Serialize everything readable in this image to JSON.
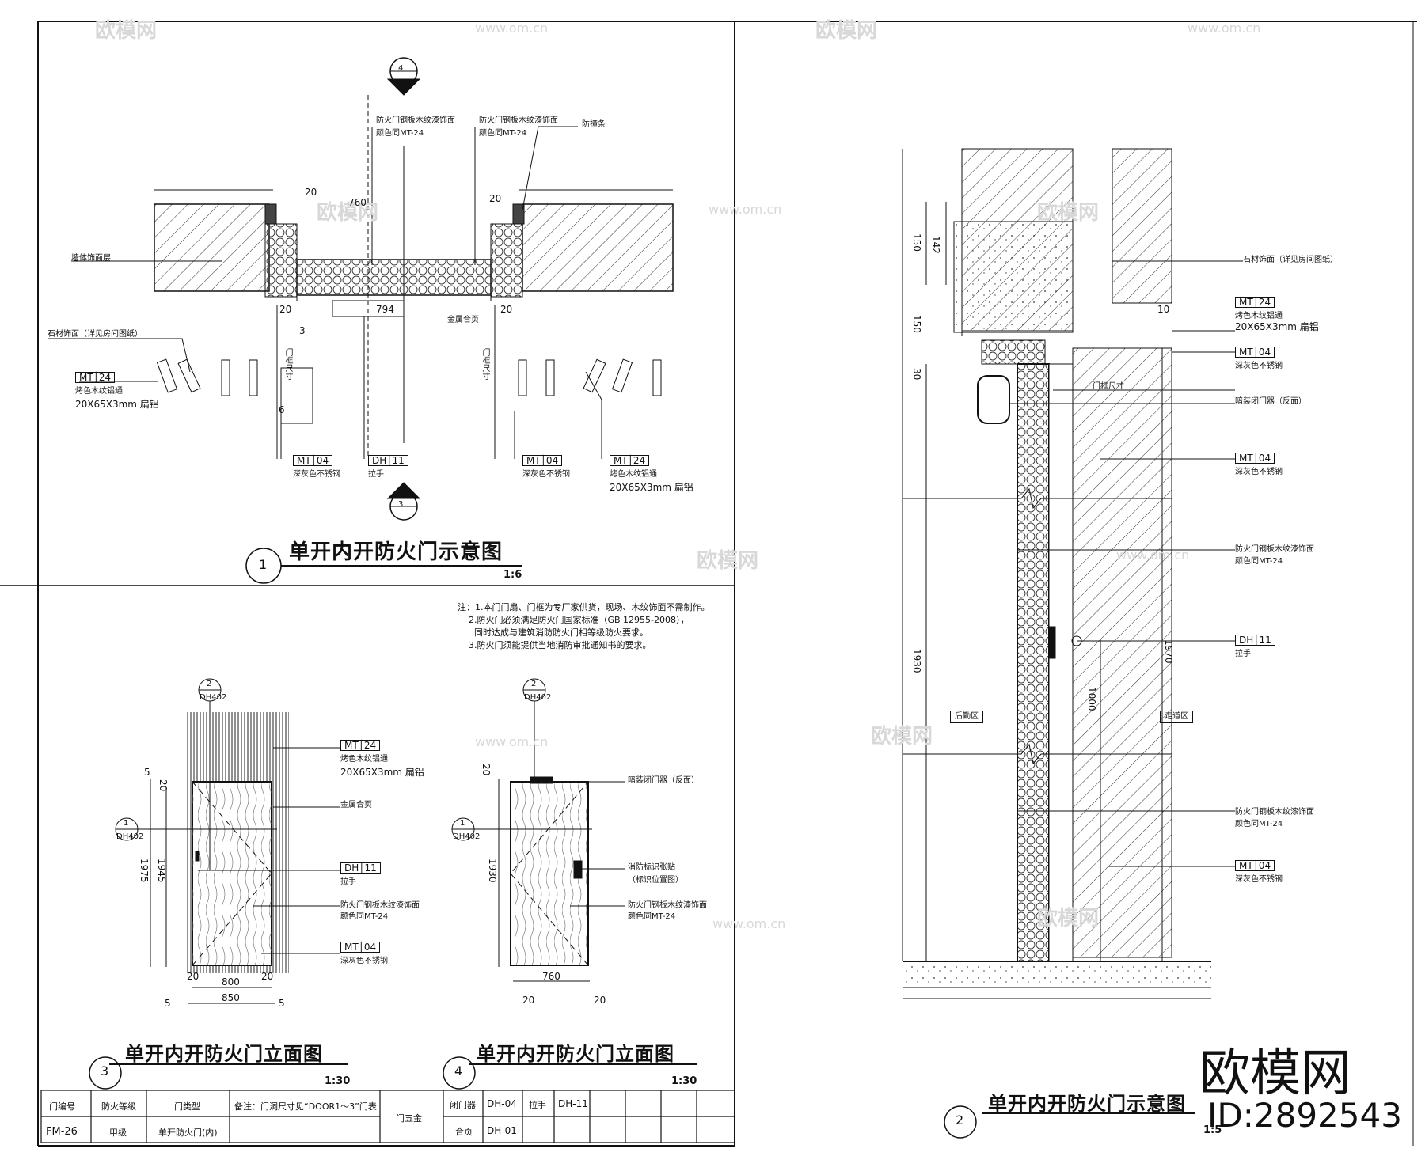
{
  "watermark": {
    "logo": "欧模网",
    "url": "www.om.cn"
  },
  "brand": {
    "name": "欧模网",
    "id": "ID:2892543"
  },
  "view1": {
    "num": "1",
    "title": "单开内开防火门示意图",
    "scale": "1:6",
    "marker_top": "4",
    "marker_bottom": "3",
    "dims": {
      "d20a": "20",
      "d760": "760",
      "d20b": "20",
      "d794": "794",
      "d20c": "20",
      "d20d": "20",
      "d3": "3",
      "d6": "6"
    },
    "labels": {
      "fire_top1": "防火门钢板木纹漆饰面",
      "fire_top1b": "颜色同MT-24",
      "fire_top2": "防火门钢板木纹漆饰面",
      "fire_top2b": "颜色同MT-24",
      "seal": "防撞条",
      "wall": "墙体饰面层",
      "stone": "石材饰面（详见房间图纸）",
      "hinge": "金属合页",
      "left_size": "门框尺寸",
      "right_size": "门框尺寸",
      "mt24a": "MT",
      "mt24a_n": "24",
      "mt24a_d": "烤色木纹铝通",
      "mt24a_s": "20X65X3mm 扁铝",
      "mt04a": "MT",
      "mt04a_n": "04",
      "mt04a_d": "深灰色不锈钢",
      "dh11": "DH",
      "dh11_n": "11",
      "dh11_d": "拉手",
      "mt04b": "MT",
      "mt04b_n": "04",
      "mt04b_d": "深灰色不锈钢",
      "mt24b": "MT",
      "mt24b_n": "24",
      "mt24b_d": "烤色木纹铝通",
      "mt24b_s": "20X65X3mm 扁铝"
    }
  },
  "notes": {
    "text": "注：1.本门门扇、门框为专厂家供货，现场、木纹饰面不需制作。\n    2.防火门必须满足防火门国家标准（GB 12955-2008），\n      同时达成与建筑消防防火门相等级防火要求。\n    3.防火门须能提供当地消防审批通知书的要求。"
  },
  "view3": {
    "num": "3",
    "title": "单开内开防火门立面图",
    "scale": "1:30",
    "sec_top": "2",
    "sec_top_ref": "DH402",
    "sec_left": "1",
    "sec_left_ref": "DH402",
    "dims": {
      "d5t": "5",
      "d20t": "20",
      "d1975": "1975",
      "d1945": "1945",
      "d20l": "20",
      "d20r": "20",
      "d800": "800",
      "d850": "850",
      "d5l": "5",
      "d5r": "5"
    },
    "labels": {
      "mt24": "MT",
      "mt24_n": "24",
      "mt24_d": "烤色木纹铝通",
      "mt24_s": "20X65X3mm 扁铝",
      "hinge": "金属合页",
      "dh11": "DH",
      "dh11_n": "11",
      "dh11_d": "拉手",
      "fire": "防火门钢板木纹漆饰面",
      "fire_b": "颜色同MT-24",
      "mt04": "MT",
      "mt04_n": "04",
      "mt04_d": "深灰色不锈钢"
    }
  },
  "view4": {
    "num": "4",
    "title": "单开内开防火门立面图",
    "scale": "1:30",
    "sec_top": "2",
    "sec_top_ref": "DH402",
    "sec_left": "1",
    "sec_left_ref": "DH402",
    "dims": {
      "d20t": "20",
      "d1930": "1930",
      "d760": "760",
      "d20l": "20",
      "d20r": "20"
    },
    "labels": {
      "closer": "暗装闭门器（反面）",
      "sign": "消防标识张贴",
      "sign_b": "（标识位置图）",
      "fire": "防火门钢板木纹漆饰面",
      "fire_b": "颜色同MT-24"
    }
  },
  "view2": {
    "num": "2",
    "title": "单开内开防火门示意图",
    "scale": "1:5",
    "dims": {
      "d150a": "150",
      "d142": "142",
      "d150b": "150",
      "d30": "30",
      "d10": "10",
      "d1930": "1930",
      "d1970": "1970",
      "d1000": "1000"
    },
    "labels": {
      "stone": "石材饰面（详见房间图纸）",
      "mt24": "MT",
      "mt24_n": "24",
      "mt24_d": "烤色木纹铝通",
      "mt24_s": "20X65X3mm 扁铝",
      "mt04a": "MT",
      "mt04a_n": "04",
      "mt04a_d": "深灰色不锈钢",
      "frame": "门框尺寸",
      "closer": "暗装闭门器（反面）",
      "mt04b": "MT",
      "mt04b_n": "04",
      "mt04b_d": "深灰色不锈钢",
      "fire1": "防火门钢板木纹漆饰面",
      "fire1b": "颜色同MT-24",
      "dh11": "DH",
      "dh11_n": "11",
      "dh11_d": "拉手",
      "left_zone": "后勤区",
      "right_zone": "走道区",
      "fire2": "防火门钢板木纹漆饰面",
      "fire2b": "颜色同MT-24",
      "mt04c": "MT",
      "mt04c_n": "04",
      "mt04c_d": "深灰色不锈钢"
    }
  },
  "table": {
    "h_no": "门编号",
    "h_fire": "防火等级",
    "h_type": "门类型",
    "h_note": "备注：门洞尺寸见“DOOR1～3”门表",
    "h_hw": "门五金",
    "r_no": "FM-26",
    "r_fire": "甲级",
    "r_type": "单开防火门(内)",
    "hw": [
      {
        "k": "闭门器",
        "v": "DH-04"
      },
      {
        "k": "拉手",
        "v": "DH-11"
      },
      {
        "k": "合页",
        "v": "DH-01"
      }
    ]
  }
}
